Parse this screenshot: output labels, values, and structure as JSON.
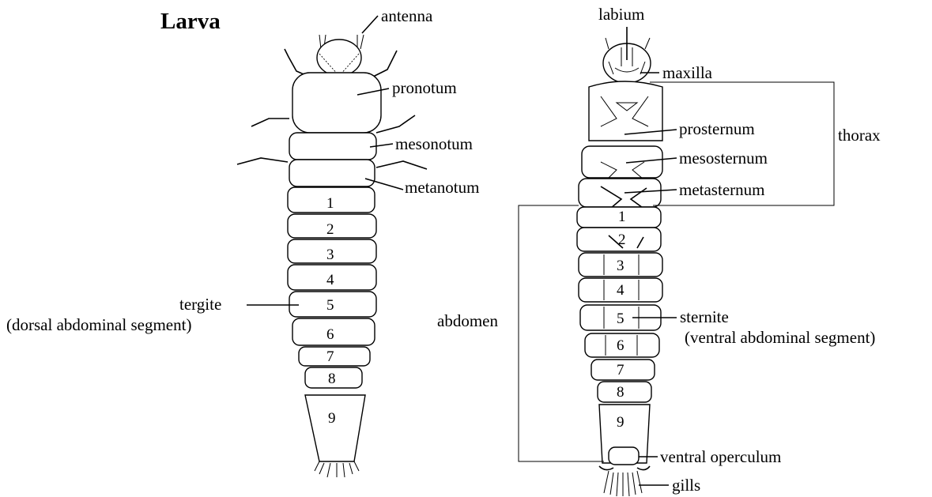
{
  "title": "Larva",
  "dorsal_view": {
    "labels": {
      "antenna": "antenna",
      "pronotum": "pronotum",
      "mesonotum": "mesonotum",
      "metanotum": "metanotum",
      "tergite": "tergite",
      "tergite_desc": "(dorsal abdominal segment)"
    },
    "segments": [
      "1",
      "2",
      "3",
      "4",
      "5",
      "6",
      "7",
      "8",
      "9"
    ]
  },
  "ventral_view": {
    "labels": {
      "labium": "labium",
      "maxilla": "maxilla",
      "prosternum": "prosternum",
      "mesosternum": "mesosternum",
      "metasternum": "metasternum",
      "thorax": "thorax",
      "abdomen": "abdomen",
      "sternite": "sternite",
      "sternite_desc": "(ventral abdominal segment)",
      "ventral_operculum": "ventral operculum",
      "gills": "gills"
    },
    "segments": [
      "1",
      "2",
      "3",
      "4",
      "5",
      "6",
      "7",
      "8",
      "9"
    ]
  }
}
